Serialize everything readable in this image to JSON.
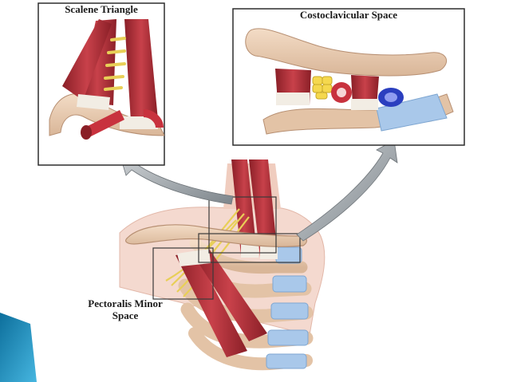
{
  "labels": {
    "scalene_triangle": "Scalene Triangle",
    "costoclavicular_space": "Costoclavicular Space",
    "pectoralis_minor_line1": "Pectoralis Minor",
    "pectoralis_minor_line2": "Space"
  },
  "colors": {
    "muscle": "#b8323a",
    "muscle_dark": "#8a1f27",
    "tendon": "#f2ede4",
    "bone": "#e9cdb4",
    "bone_edge": "#b78f72",
    "cartilage": "#a9c8ea",
    "nerve": "#e8cf57",
    "artery": "#c8323e",
    "vein": "#2b3fbf",
    "skin": "#f4d9cf",
    "slide_accent": "#1f8fc2"
  },
  "icons": [
    "left-curved-arrow-icon",
    "right-curved-arrow-icon"
  ]
}
